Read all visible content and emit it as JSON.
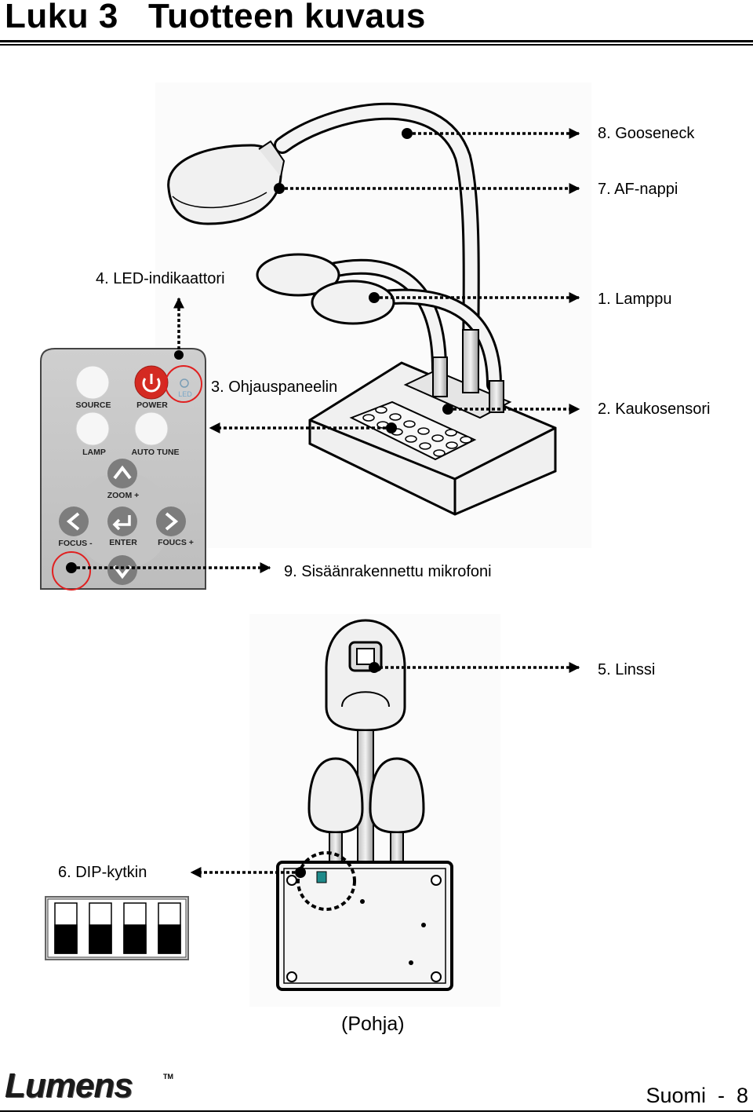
{
  "header": {
    "chapter_title": "Luku 3   Tuotteen kuvaus"
  },
  "labels": {
    "gooseneck": "8. Gooseneck",
    "af_button": "7. AF-nappi",
    "led_indicator": "4. LED-indikaattori",
    "lamp": "1. Lamppu",
    "control_panel": "3. Ohjauspaneelin",
    "remote_sensor": "2. Kaukosensori",
    "microphone": "9. Sisäänrakennettu mikrofoni",
    "lens": "5. Linssi",
    "dip_switch": "6. DIP-kytkin"
  },
  "remote_panel": {
    "source": "SOURCE",
    "power": "POWER",
    "led": "LED",
    "lamp": "LAMP",
    "auto_tune": "AUTO TUNE",
    "zoom_plus": "ZOOM +",
    "focus_minus": "FOCUS -",
    "enter": "ENTER",
    "focus_plus": "FOUCS +"
  },
  "caption_bottom": "(Pohja)",
  "footer": {
    "brand": "Lumens",
    "trademark": "TM",
    "page_label": "Suomi  -  8"
  },
  "colors": {
    "highlight_circle": "#e02020",
    "power_button": "#d42a22",
    "line": "#000000"
  }
}
